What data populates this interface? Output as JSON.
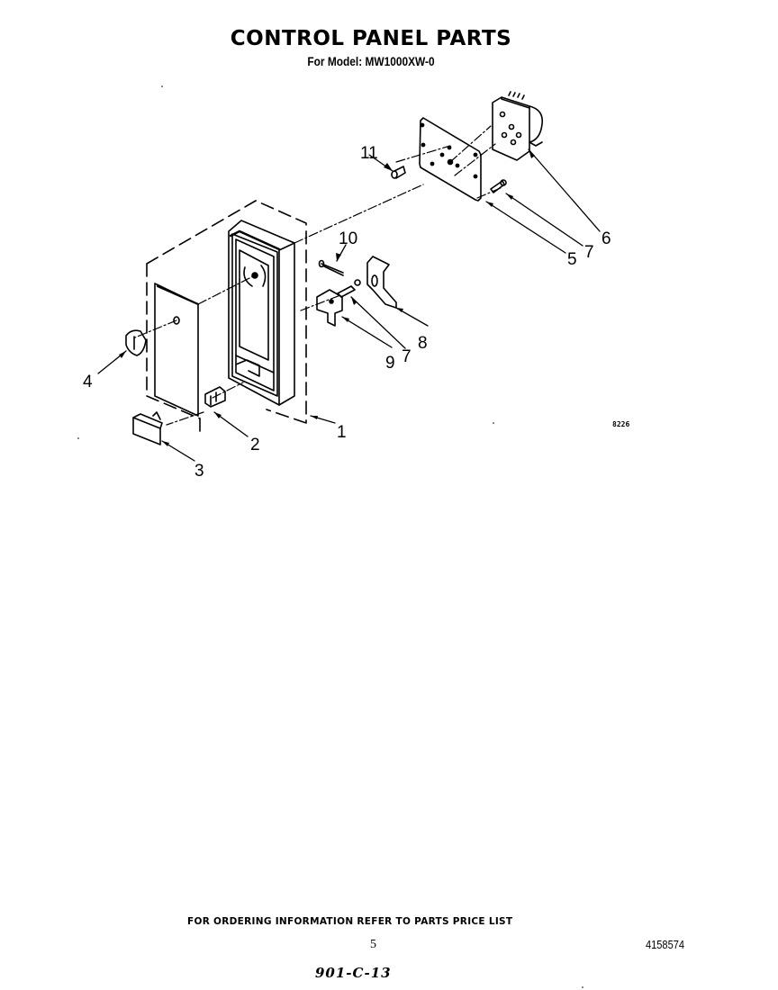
{
  "header": {
    "title": "CONTROL PANEL PARTS",
    "subtitle": "For Model: MW1000XW-0"
  },
  "diagram": {
    "callouts": [
      {
        "id": "1",
        "label": "1"
      },
      {
        "id": "2",
        "label": "2"
      },
      {
        "id": "3",
        "label": "3"
      },
      {
        "id": "4",
        "label": "4"
      },
      {
        "id": "5",
        "label": "5"
      },
      {
        "id": "6",
        "label": "6"
      },
      {
        "id": "7a",
        "label": "7"
      },
      {
        "id": "7b",
        "label": "7"
      },
      {
        "id": "8",
        "label": "8"
      },
      {
        "id": "9",
        "label": "9"
      },
      {
        "id": "10",
        "label": "10"
      },
      {
        "id": "11",
        "label": "11"
      }
    ],
    "figure_code": "8226"
  },
  "footer": {
    "ordering_note": "FOR ORDERING INFORMATION REFER TO PARTS PRICE LIST",
    "page_number": "5",
    "document_number": "4158574",
    "handwritten_note": "901-C-13"
  }
}
